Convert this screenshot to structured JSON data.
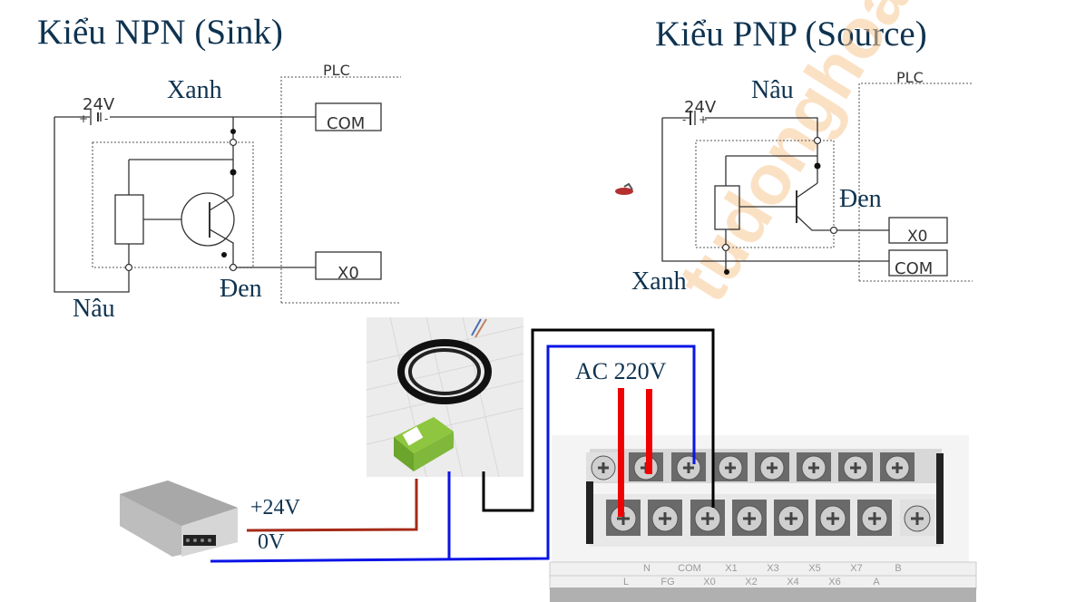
{
  "npn": {
    "title": "Kiểu NPN (Sink)",
    "supply_label": "24V",
    "plc_label": "PLC",
    "com_label": "COM",
    "x0_label": "X0",
    "wire_top_label": "Xanh",
    "wire_bottom_label": "Nâu",
    "wire_output_label": "Đen"
  },
  "pnp": {
    "title": "Kiểu PNP (Source)",
    "supply_label": "24V",
    "plc_label": "PLC",
    "com_label": "COM",
    "x0_label": "X0",
    "wire_top_label": "Nâu",
    "wire_bottom_label": "Xanh",
    "wire_output_label": "Đen",
    "watermark": "tudonghoa"
  },
  "wiring": {
    "ac_label": "AC 220V",
    "plus_label": "+24V",
    "zero_label": "0V",
    "colors": {
      "brown": "#a52a18",
      "blue": "#0a14e6",
      "black": "#000000",
      "red": "#f00000",
      "text": "#0f3350"
    },
    "terminal_top_row": [
      "",
      "N",
      "COM",
      "X1",
      "X3",
      "X5",
      "X7",
      "B"
    ],
    "terminal_bottom_row": [
      "L",
      "FG",
      "X0",
      "X2",
      "X4",
      "X6",
      "A"
    ]
  }
}
